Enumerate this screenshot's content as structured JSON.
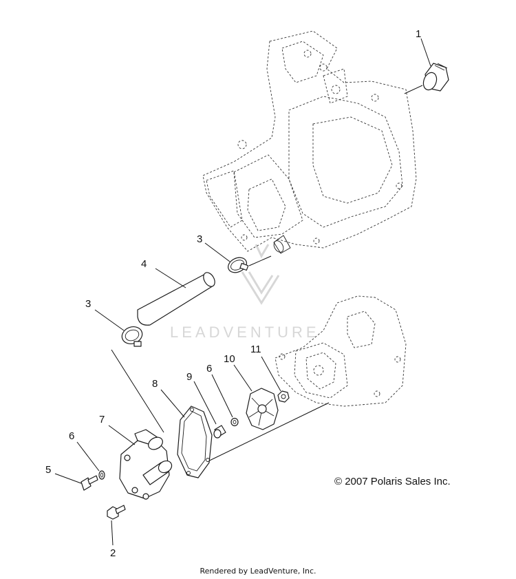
{
  "callouts": [
    {
      "id": "c1",
      "label": "1"
    },
    {
      "id": "c3a",
      "label": "3"
    },
    {
      "id": "c4",
      "label": "4"
    },
    {
      "id": "c3b",
      "label": "3"
    },
    {
      "id": "c8",
      "label": "8"
    },
    {
      "id": "c9",
      "label": "9"
    },
    {
      "id": "c6a",
      "label": "6"
    },
    {
      "id": "c10",
      "label": "10"
    },
    {
      "id": "c11",
      "label": "11"
    },
    {
      "id": "c7",
      "label": "7"
    },
    {
      "id": "c6b",
      "label": "6"
    },
    {
      "id": "c5",
      "label": "5"
    },
    {
      "id": "c2",
      "label": "2"
    }
  ],
  "watermark": {
    "text": "LEADVENTURE"
  },
  "copyright": "© 2007 Polaris Sales Inc.",
  "footer": "Rendered by LeadVenture, Inc."
}
